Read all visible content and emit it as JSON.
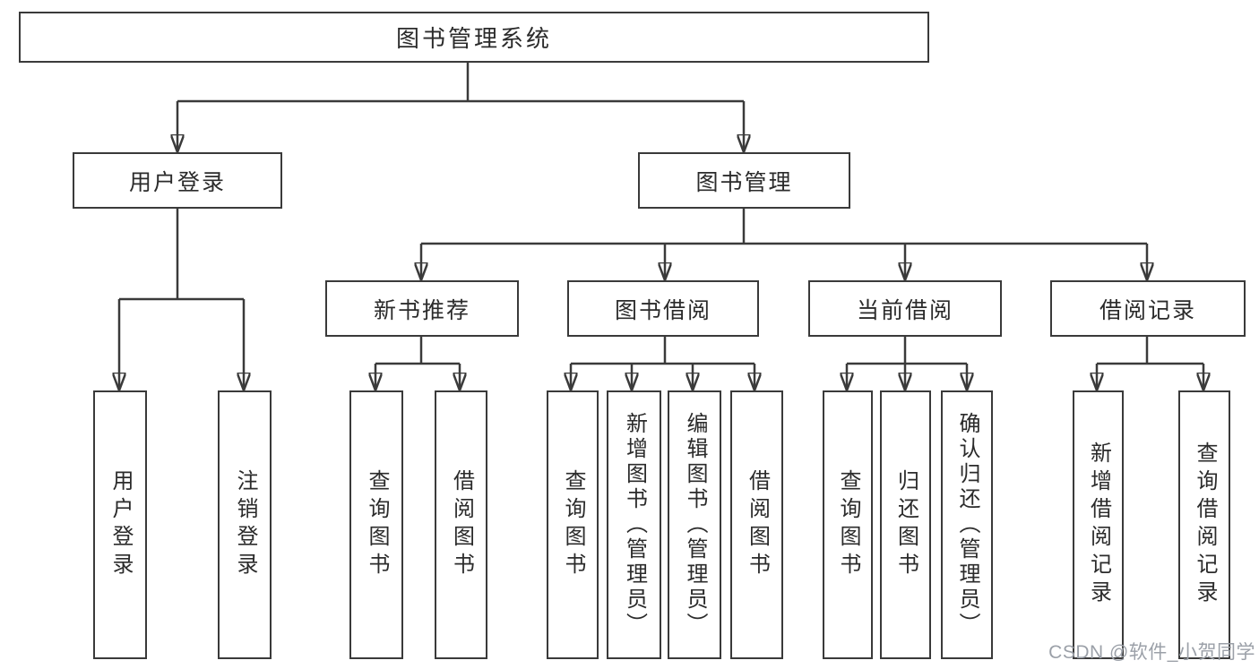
{
  "title": "图书管理系统",
  "branches": {
    "user": {
      "label": "用户登录",
      "children": [
        "用户登录",
        "注销登录"
      ]
    },
    "book": {
      "label": "图书管理",
      "sections": [
        {
          "label": "新书推荐",
          "children": [
            "查询图书",
            "借阅图书"
          ]
        },
        {
          "label": "图书借阅",
          "children": [
            "查询图书",
            "新增图书（管理员）",
            "编辑图书（管理员）",
            "借阅图书"
          ]
        },
        {
          "label": "当前借阅",
          "children": [
            "查询图书",
            "归还图书",
            "确认归还（管理员）"
          ]
        },
        {
          "label": "借阅记录",
          "children": [
            "新增借阅记录",
            "查询借阅记录"
          ]
        }
      ]
    }
  },
  "watermark": "CSDN @软件_小贺同学",
  "colors": {
    "background": "#ffffff",
    "border": "#3a3a3a",
    "line": "#3a3a3a",
    "text": "#2b2b2b",
    "watermark": "#9ba0a8"
  }
}
